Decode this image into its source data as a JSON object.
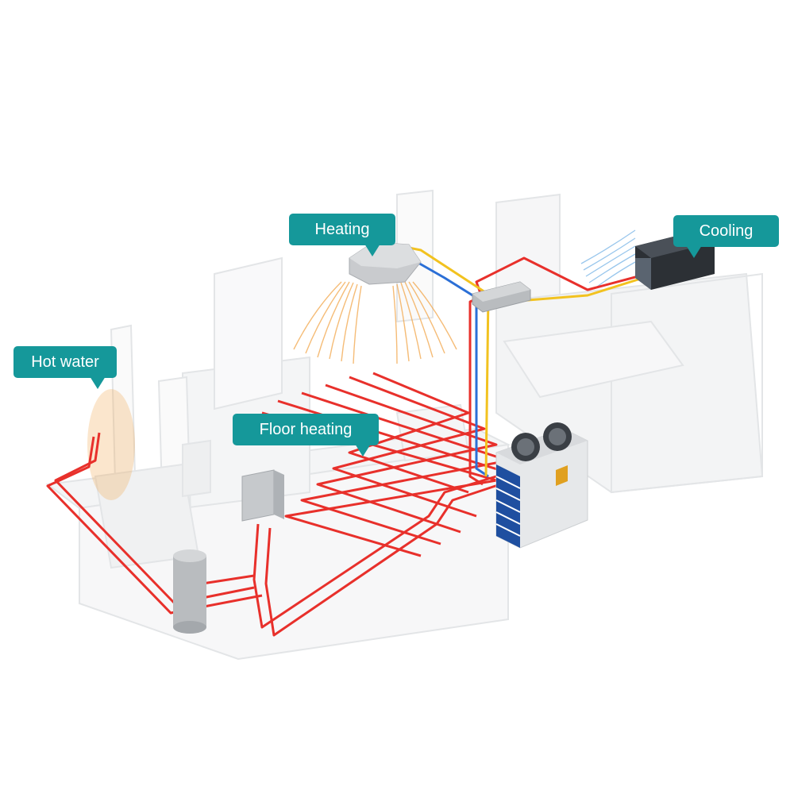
{
  "labels": {
    "heating": "Heating",
    "cooling": "Cooling",
    "hot_water": "Hot water",
    "floor_heating": "Floor heating"
  },
  "colors": {
    "callout_teal": "#15989a",
    "hot_pipe": "#e8302b",
    "cold_pipe": "#2b6fd6",
    "gas_pipe": "#f2c21f",
    "heat_wave": "#f2a64a",
    "cool_wave": "#7fb8e8",
    "unit_blue": "#1f4fa0",
    "fixture_gray": "#c8cbcf",
    "wall_light": "#f1f2f3",
    "wall_line": "#e4e6e8"
  },
  "icons": {
    "outdoor_unit": "heat-pump-outdoor-unit-icon",
    "water_tank": "water-tank-icon",
    "hydro_box": "hydro-module-icon",
    "distributor": "refrigerant-distributor-icon",
    "ceiling_cassette": "ceiling-cassette-icon",
    "duct_unit": "duct-unit-icon"
  }
}
